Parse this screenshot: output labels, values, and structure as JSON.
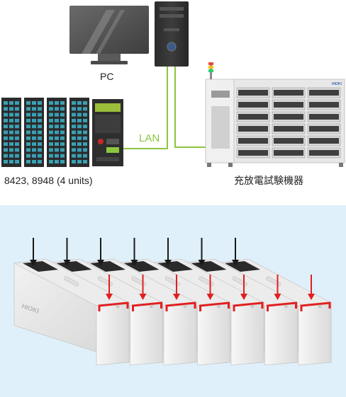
{
  "top_section": {
    "pc_label": "PC",
    "lan_label": "LAN",
    "logger_label": "8423, 8948 (4 units)",
    "tester_label": "充放電試験機器",
    "tester_brand": "HIOKI",
    "logger_units": 4
  },
  "bottom_section": {
    "battery_brand": "HIOKI",
    "battery_cells": 7,
    "arrows_black_count": 7,
    "arrows_red_count": 7
  },
  "colors": {
    "lan_line": "#8cc63f",
    "arrow_black": "#1a1a1a",
    "arrow_red": "#e02020",
    "bottom_bg": "#dff0fa",
    "logger_teal": "#3aa0b4"
  }
}
